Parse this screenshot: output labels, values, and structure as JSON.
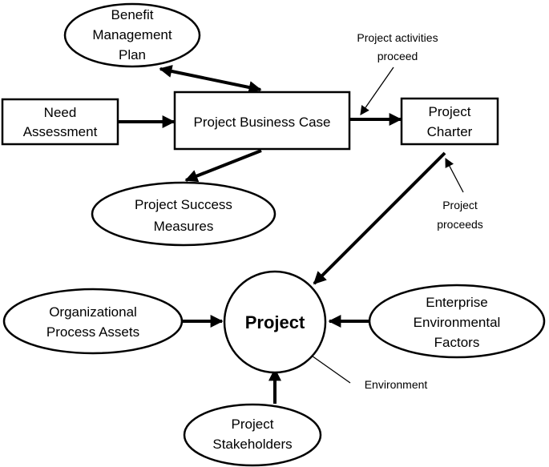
{
  "nodes": {
    "benefit_plan": [
      "Benefit",
      "Management",
      "Plan"
    ],
    "need_assessment": [
      "Need",
      "Assessment"
    ],
    "business_case": [
      "Project Business Case"
    ],
    "charter": [
      "Project",
      "Charter"
    ],
    "success_measures": [
      "Project Success",
      "Measures"
    ],
    "project": [
      "Project"
    ],
    "org_assets": [
      "Organizational",
      "Process Assets"
    ],
    "enterprise_factors": [
      "Enterprise",
      "Environmental",
      "Factors"
    ],
    "stakeholders": [
      "Project",
      "Stakeholders"
    ]
  },
  "annotations": {
    "activities_proceed": [
      "Project activities",
      "proceed"
    ],
    "project_proceeds": [
      "Project",
      "proceeds"
    ],
    "environment": [
      "Environment"
    ]
  },
  "colors": {
    "stroke": "#000000",
    "fill": "#ffffff"
  }
}
